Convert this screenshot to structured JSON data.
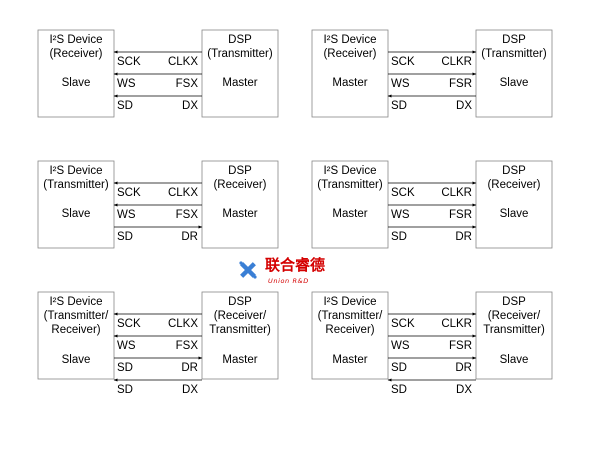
{
  "diagrams": [
    {
      "left": {
        "lines": [
          "I²S Device",
          "(Receiver)"
        ],
        "role": "Slave"
      },
      "right": {
        "lines": [
          "DSP",
          "(Transmitter)"
        ],
        "role": "Master"
      },
      "signals": [
        {
          "l": "SCK",
          "r": "CLKX",
          "dir": "left"
        },
        {
          "l": "WS",
          "r": "FSX",
          "dir": "left"
        },
        {
          "l": "SD",
          "r": "DX",
          "dir": "left"
        }
      ]
    },
    {
      "left": {
        "lines": [
          "I²S Device",
          "(Receiver)"
        ],
        "role": "Master"
      },
      "right": {
        "lines": [
          "DSP",
          "(Transmitter)"
        ],
        "role": "Slave"
      },
      "signals": [
        {
          "l": "SCK",
          "r": "CLKR",
          "dir": "right"
        },
        {
          "l": "WS",
          "r": "FSR",
          "dir": "right"
        },
        {
          "l": "SD",
          "r": "DX",
          "dir": "left"
        }
      ]
    },
    {
      "left": {
        "lines": [
          "I²S Device",
          "(Transmitter)"
        ],
        "role": "Slave"
      },
      "right": {
        "lines": [
          "DSP",
          "(Receiver)"
        ],
        "role": "Master"
      },
      "signals": [
        {
          "l": "SCK",
          "r": "CLKX",
          "dir": "left"
        },
        {
          "l": "WS",
          "r": "FSX",
          "dir": "left"
        },
        {
          "l": "SD",
          "r": "DR",
          "dir": "right"
        }
      ]
    },
    {
      "left": {
        "lines": [
          "I²S Device",
          "(Transmitter)"
        ],
        "role": "Master"
      },
      "right": {
        "lines": [
          "DSP",
          "(Receiver)"
        ],
        "role": "Slave"
      },
      "signals": [
        {
          "l": "SCK",
          "r": "CLKR",
          "dir": "right"
        },
        {
          "l": "WS",
          "r": "FSR",
          "dir": "right"
        },
        {
          "l": "SD",
          "r": "DR",
          "dir": "right"
        }
      ]
    },
    {
      "left": {
        "lines": [
          "I²S Device",
          "(Transmitter/",
          "Receiver)"
        ],
        "role": "Slave"
      },
      "right": {
        "lines": [
          "DSP",
          "(Receiver/",
          "Transmitter)"
        ],
        "role": "Master"
      },
      "signals": [
        {
          "l": "SCK",
          "r": "CLKX",
          "dir": "left"
        },
        {
          "l": "WS",
          "r": "FSX",
          "dir": "left"
        },
        {
          "l": "SD",
          "r": "DR",
          "dir": "right"
        },
        {
          "l": "SD",
          "r": "DX",
          "dir": "left"
        }
      ]
    },
    {
      "left": {
        "lines": [
          "I²S Device",
          "(Transmitter/",
          "Receiver)"
        ],
        "role": "Master"
      },
      "right": {
        "lines": [
          "DSP",
          "(Receiver/",
          "Transmitter)"
        ],
        "role": "Slave"
      },
      "signals": [
        {
          "l": "SCK",
          "r": "CLKR",
          "dir": "right"
        },
        {
          "l": "WS",
          "r": "FSR",
          "dir": "right"
        },
        {
          "l": "SD",
          "r": "DR",
          "dir": "right"
        },
        {
          "l": "SD",
          "r": "DX",
          "dir": "left"
        }
      ]
    }
  ],
  "watermark": {
    "name": "联合睿德",
    "sub": "Union R&D",
    "icon": "cross-logo-icon",
    "color": "#d40000",
    "icon_color": "#3a7fd5"
  }
}
